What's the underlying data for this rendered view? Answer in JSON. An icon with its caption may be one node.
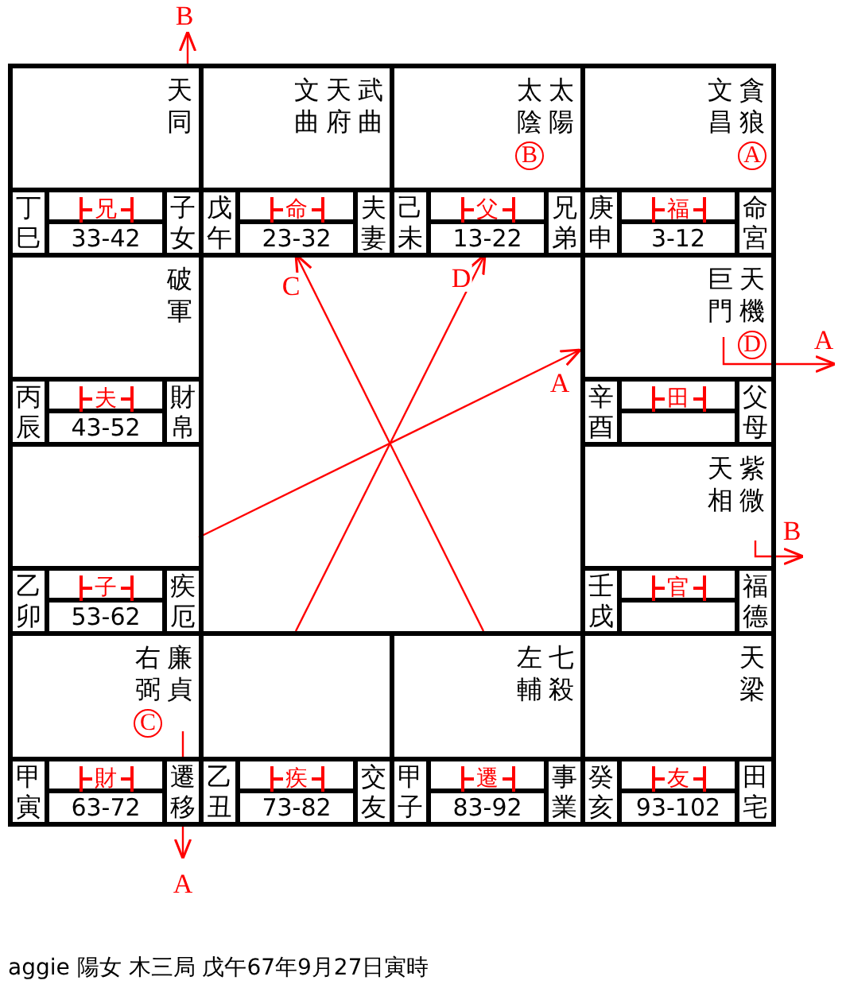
{
  "diagram": {
    "caption": "aggie 陽女 木三局 戊午67年9月27日寅時",
    "nodes": [
      {
        "text": [
          "天同",
          "丁巳",
          "兄",
          "33-42",
          "子女"
        ]
      },
      {
        "text": [
          "武曲",
          "天府",
          "文曲",
          "戊午",
          "命",
          "23-32",
          "夫妻"
        ]
      },
      {
        "text": [
          "太陽",
          "太陰",
          "B",
          "己未",
          "父",
          "13-22",
          "兄弟"
        ]
      },
      {
        "text": [
          "貪狼",
          "文昌",
          "A",
          "庚申",
          "福",
          "3-12",
          "命宮"
        ]
      },
      {
        "text": [
          "破軍",
          "丙辰",
          "夫",
          "43-52",
          "財帛"
        ]
      },
      {
        "text": [
          "天機",
          "巨門",
          "D",
          "辛酉",
          "田",
          "父母"
        ]
      },
      {
        "text": [
          "乙卯",
          "子",
          "53-62",
          "疾厄"
        ]
      },
      {
        "text": [
          "紫微",
          "天相",
          "壬戌",
          "官",
          "福德"
        ]
      },
      {
        "text": [
          "廉貞",
          "右弼",
          "C",
          "甲寅",
          "財",
          "63-72",
          "遷移"
        ]
      },
      {
        "text": [
          "乙丑",
          "疾",
          "73-82",
          "交友"
        ]
      },
      {
        "text": [
          "七殺",
          "左輔",
          "甲子",
          "遷",
          "83-92",
          "事業"
        ]
      },
      {
        "text": [
          "天梁",
          "癸亥",
          "友",
          "93-102",
          "田宅"
        ]
      }
    ],
    "edges": [
      {
        "from": 0,
        "to": null,
        "arrow": "to",
        "label": "B",
        "color": "#ff0000"
      },
      {
        "from": 5,
        "to": null,
        "arrow": "to",
        "label": "A",
        "color": "#ff0000"
      },
      {
        "from": 7,
        "to": null,
        "arrow": "to",
        "label": "B",
        "color": "#ff0000"
      },
      {
        "from": 8,
        "to": null,
        "arrow": "to",
        "label": "A",
        "color": "#ff0000"
      },
      {
        "from": 6,
        "to": 5,
        "arrow": "to",
        "label": "A",
        "color": "#ff0000"
      },
      {
        "from": 10,
        "to": 1,
        "arrow": "to",
        "label": "C",
        "color": "#ff0000"
      },
      {
        "from": 9,
        "to": 2,
        "arrow": "to",
        "label": "D",
        "color": "#ff0000"
      }
    ]
  }
}
